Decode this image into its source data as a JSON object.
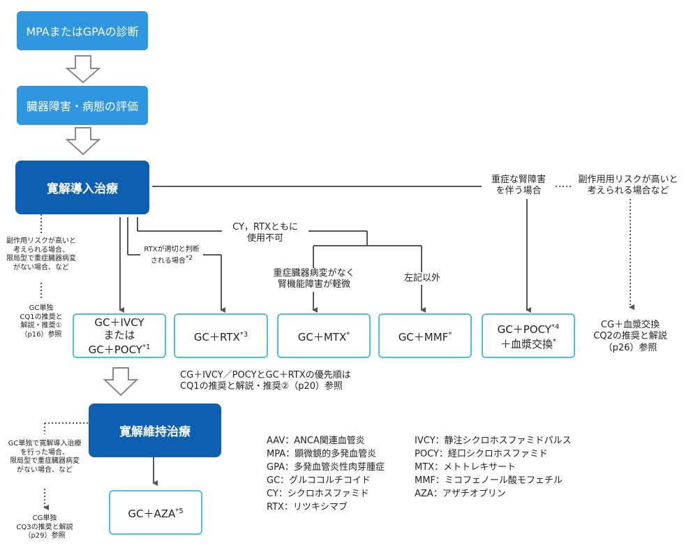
{
  "colors": {
    "light_blue": "#2f97e0",
    "dark_blue": "#0d5fb1",
    "regimen_border": "#49c0e6",
    "line": "#555555"
  },
  "steps": {
    "diagnosis": "MPAまたはGPAの診断",
    "evaluation": "臓器障害・病態の評価",
    "induction": "寛解導入治療",
    "maintenance": "寛解維持治療"
  },
  "branches": {
    "left_condition": [
      "副作用リスクが高いと",
      "考えられる場合、",
      "限局型で重症臓器病変",
      "がない場合、など"
    ],
    "left_result": [
      "GC単独",
      "CQ1の推奨と",
      "解説・推奨①",
      "（p16）参照"
    ],
    "rtx_ok": [
      "RTXが適切と判断",
      "される場合"
    ],
    "rtx_ok_mark": "*2",
    "cy_rtx_unusable": [
      "CY，RTXともに",
      "使用不可"
    ],
    "mild_condition": [
      "重症臓器病変がなく",
      "腎機能障害が軽微"
    ],
    "other": "左記以外",
    "renal": [
      "重症な腎障害",
      "を伴う場合"
    ],
    "right_condition": [
      "副作用用リスクが高いと",
      "考えられる場合など"
    ],
    "right_result": [
      "CG＋血漿交換",
      "CQ2の推奨と解説",
      "（p26）参照"
    ]
  },
  "regimens": {
    "ivcy": {
      "lines": [
        "GC＋IVCY",
        "または",
        "GC＋POCY"
      ],
      "mark": "*1"
    },
    "rtx": {
      "text": "GC＋RTX",
      "mark": "*3"
    },
    "mtx": {
      "text": "GC＋MTX",
      "mark": "*"
    },
    "mmf": {
      "text": "GC＋MMF",
      "mark": "*"
    },
    "pocy": {
      "line1": "GC＋POCY",
      "mark1": "*4",
      "line2": "＋血漿交換",
      "mark2": "*"
    },
    "aza": {
      "text": "GC＋AZA",
      "mark": "*5"
    }
  },
  "priority_note": [
    "CG＋IVCY／POCYとGC＋RTXの優先順は",
    "CQ1の推奨と解説・推奨②（p20）参照"
  ],
  "maintenance_branch": {
    "condition": [
      "GC単独で寛解導入治療",
      "を行った場合、",
      "限局型で重症臓器病変",
      "がない場合、など"
    ],
    "result": [
      "CG単独",
      "CQ3の推奨と解説",
      "（p29）参照"
    ]
  },
  "legend": {
    "left": [
      "AAV：ANCA関連血管炎",
      "MPA：顕微鏡的多発血管炎",
      "GPA：多発血管炎性肉芽腫症",
      "GC：グルココルチコイド",
      "CY：シクロホスファミド",
      "RTX：リツキシマブ"
    ],
    "right": [
      "IVCY：静注シクロホスファミドパルス",
      "POCY：経口シクロホスファミド",
      "MTX：メトトレキサート",
      "MMF：ミコフェノール酸モフェチル",
      "AZA：アザチオプリン"
    ]
  }
}
